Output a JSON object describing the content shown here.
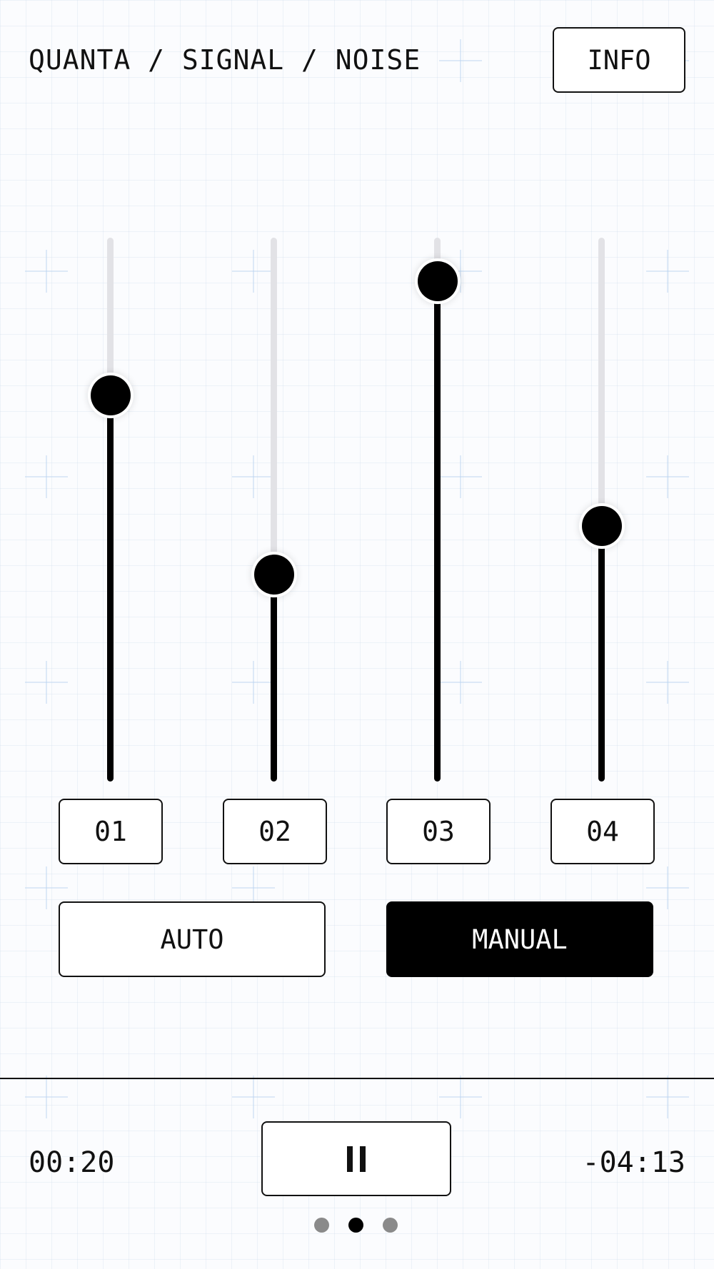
{
  "header": {
    "title": "QUANTA / SIGNAL / NOISE",
    "info_label": "INFO"
  },
  "channels": [
    {
      "label": "01",
      "level": 0.71
    },
    {
      "label": "02",
      "level": 0.38
    },
    {
      "label": "03",
      "level": 0.92
    },
    {
      "label": "04",
      "level": 0.47
    }
  ],
  "modes": {
    "auto_label": "AUTO",
    "manual_label": "MANUAL",
    "selected": "MANUAL"
  },
  "transport": {
    "elapsed": "00:20",
    "remaining": "-04:13",
    "state": "playing"
  },
  "pagination": {
    "total": 3,
    "current": 2
  },
  "colors": {
    "accent": "#000000",
    "track": "#e2e2e6",
    "background": "#fbfcfe"
  },
  "icons": {
    "pause": "pause-icon"
  }
}
